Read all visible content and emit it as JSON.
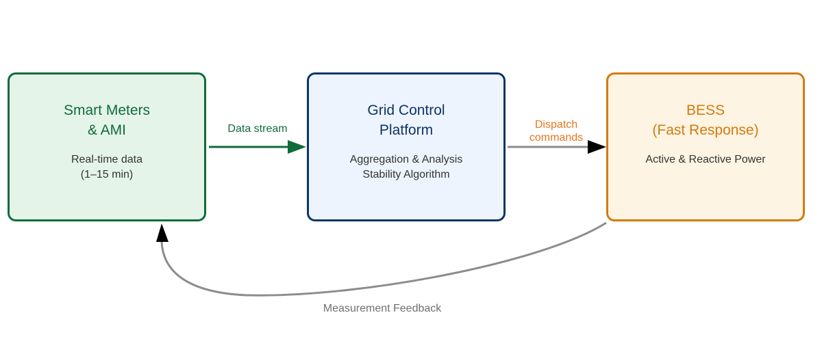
{
  "diagram": {
    "nodes": [
      {
        "id": "smart-meters",
        "title": [
          "Smart Meters",
          "& AMI"
        ],
        "lines": [
          "Real-time data",
          "(1–15 min)"
        ],
        "border_color": "#0e6b3a",
        "fill_color": "#e5f4e9",
        "title_color": "#0e6b3a"
      },
      {
        "id": "grid-control",
        "title": [
          "Grid Control",
          "Platform"
        ],
        "lines": [
          "Aggregation & Analysis",
          "Stability Algorithm"
        ],
        "border_color": "#0d3466",
        "fill_color": "#edf4fd",
        "title_color": "#0d3466"
      },
      {
        "id": "bess",
        "title": [
          "BESS",
          "(Fast Response)"
        ],
        "lines": [
          "Active & Reactive Power"
        ],
        "border_color": "#d27a0e",
        "fill_color": "#fdf4e3",
        "title_color": "#d27a0e"
      }
    ],
    "edges": [
      {
        "id": "data-stream",
        "from": "smart-meters",
        "to": "grid-control",
        "label": [
          "Data stream"
        ],
        "color": "#0e6b3a",
        "label_color": "#0e6b3a"
      },
      {
        "id": "dispatch-commands",
        "from": "grid-control",
        "to": "bess",
        "label": [
          "Dispatch",
          "commands"
        ],
        "color": "#8c8c8c",
        "label_color": "#e8761c"
      },
      {
        "id": "measurement-feedback",
        "from": "bess",
        "to": "smart-meters",
        "label": [
          "Measurement Feedback"
        ],
        "color": "#8c8c8c",
        "label_color": "#707070"
      }
    ]
  }
}
